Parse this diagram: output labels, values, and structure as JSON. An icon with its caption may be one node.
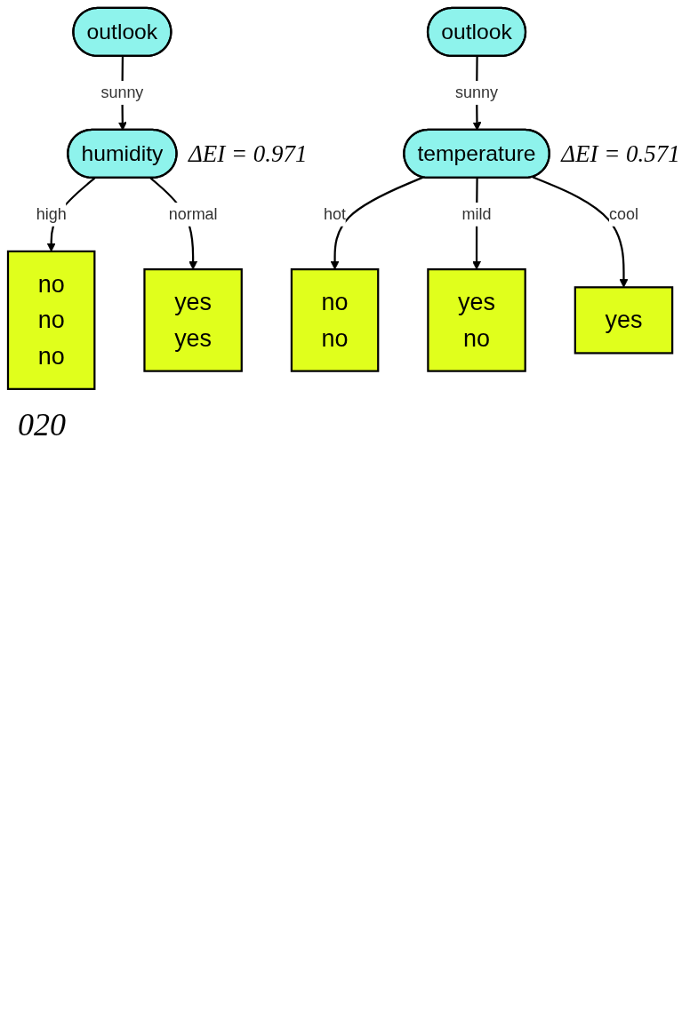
{
  "diagram": {
    "nodes": [
      {
        "text": [
          "outlook"
        ]
      },
      {
        "text": [
          "humidity"
        ],
        "beside": [
          "ΔEI = 0.971"
        ]
      },
      {
        "text": [
          "no no no"
        ]
      },
      {
        "text": [
          "yes yes"
        ]
      },
      {
        "text": [
          "outlook"
        ]
      },
      {
        "text": [
          "temperature"
        ],
        "beside": [
          "ΔEI = 0.571"
        ]
      },
      {
        "text": [
          "no no"
        ]
      },
      {
        "text": [
          "yes no"
        ]
      },
      {
        "text": [
          "yes"
        ]
      }
    ],
    "edges": [
      {
        "from": 0,
        "to": 1,
        "arrow": "to",
        "label": "sunny"
      },
      {
        "from": 1,
        "to": 2,
        "arrow": "to",
        "label": "high"
      },
      {
        "from": 1,
        "to": 3,
        "arrow": "to",
        "label": "normal"
      },
      {
        "from": 4,
        "to": 5,
        "arrow": "to",
        "label": "sunny"
      },
      {
        "from": 5,
        "to": 6,
        "arrow": "to",
        "label": "hot"
      },
      {
        "from": 5,
        "to": 7,
        "arrow": "to",
        "label": "mild"
      },
      {
        "from": 5,
        "to": 8,
        "arrow": "to",
        "label": "cool"
      }
    ],
    "labels": [
      "020"
    ]
  }
}
